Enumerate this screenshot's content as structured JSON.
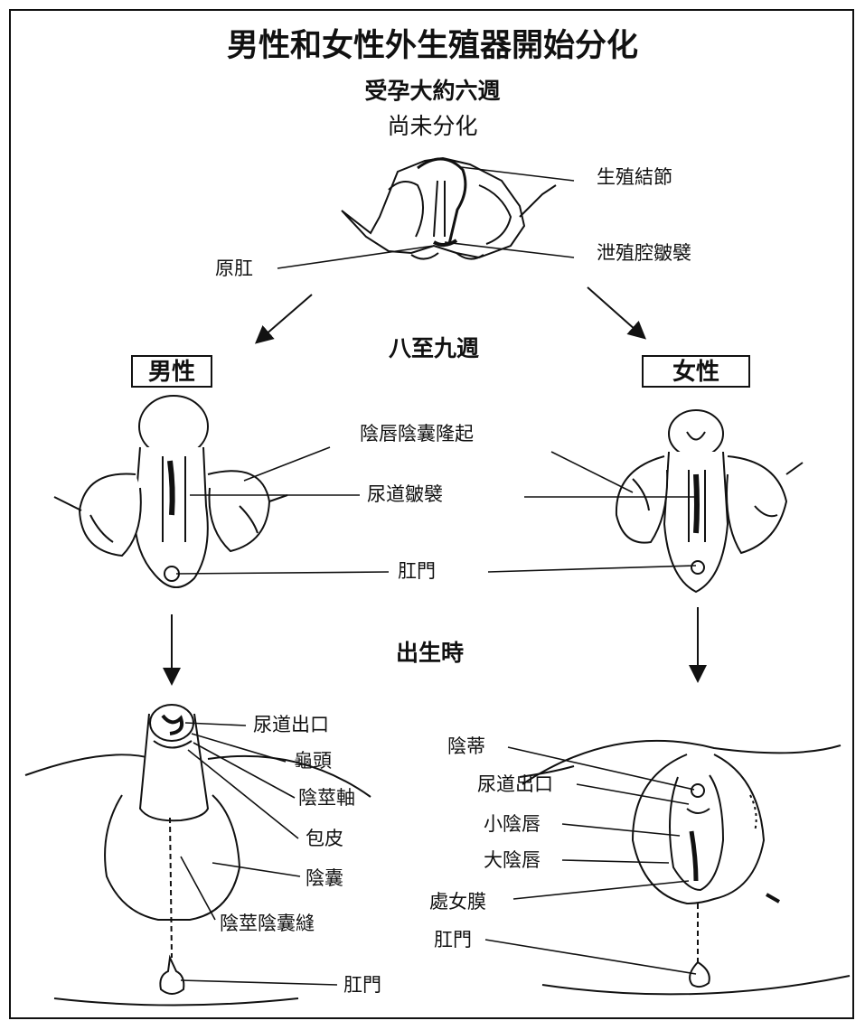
{
  "title": "男性和女性外生殖器開始分化",
  "subtitle_week": "受孕大約六週",
  "subtitle_state": "尚未分化",
  "stage_8_9": "八至九週",
  "stage_birth": "出生時",
  "sex_male": "男性",
  "sex_female": "女性",
  "top_labels": {
    "genital_tubercle": "生殖結節",
    "cloacal_fold": "泄殖腔皺襞",
    "primitive_anus": "原肛"
  },
  "mid_labels": {
    "labioscrotal_swelling": "陰唇陰囊隆起",
    "urethral_fold": "尿道皺襞",
    "anus": "肛門"
  },
  "male_labels": {
    "urethral_opening": "尿道出口",
    "glans": "龜頭",
    "shaft": "陰莖軸",
    "foreskin": "包皮",
    "scrotum": "陰囊",
    "raphe": "陰莖陰囊縫",
    "anus": "肛門"
  },
  "female_labels": {
    "clitoris": "陰蒂",
    "urethral_opening": "尿道出口",
    "labia_minora": "小陰唇",
    "labia_majora": "大陰唇",
    "hymen": "處女膜",
    "anus": "肛門"
  }
}
